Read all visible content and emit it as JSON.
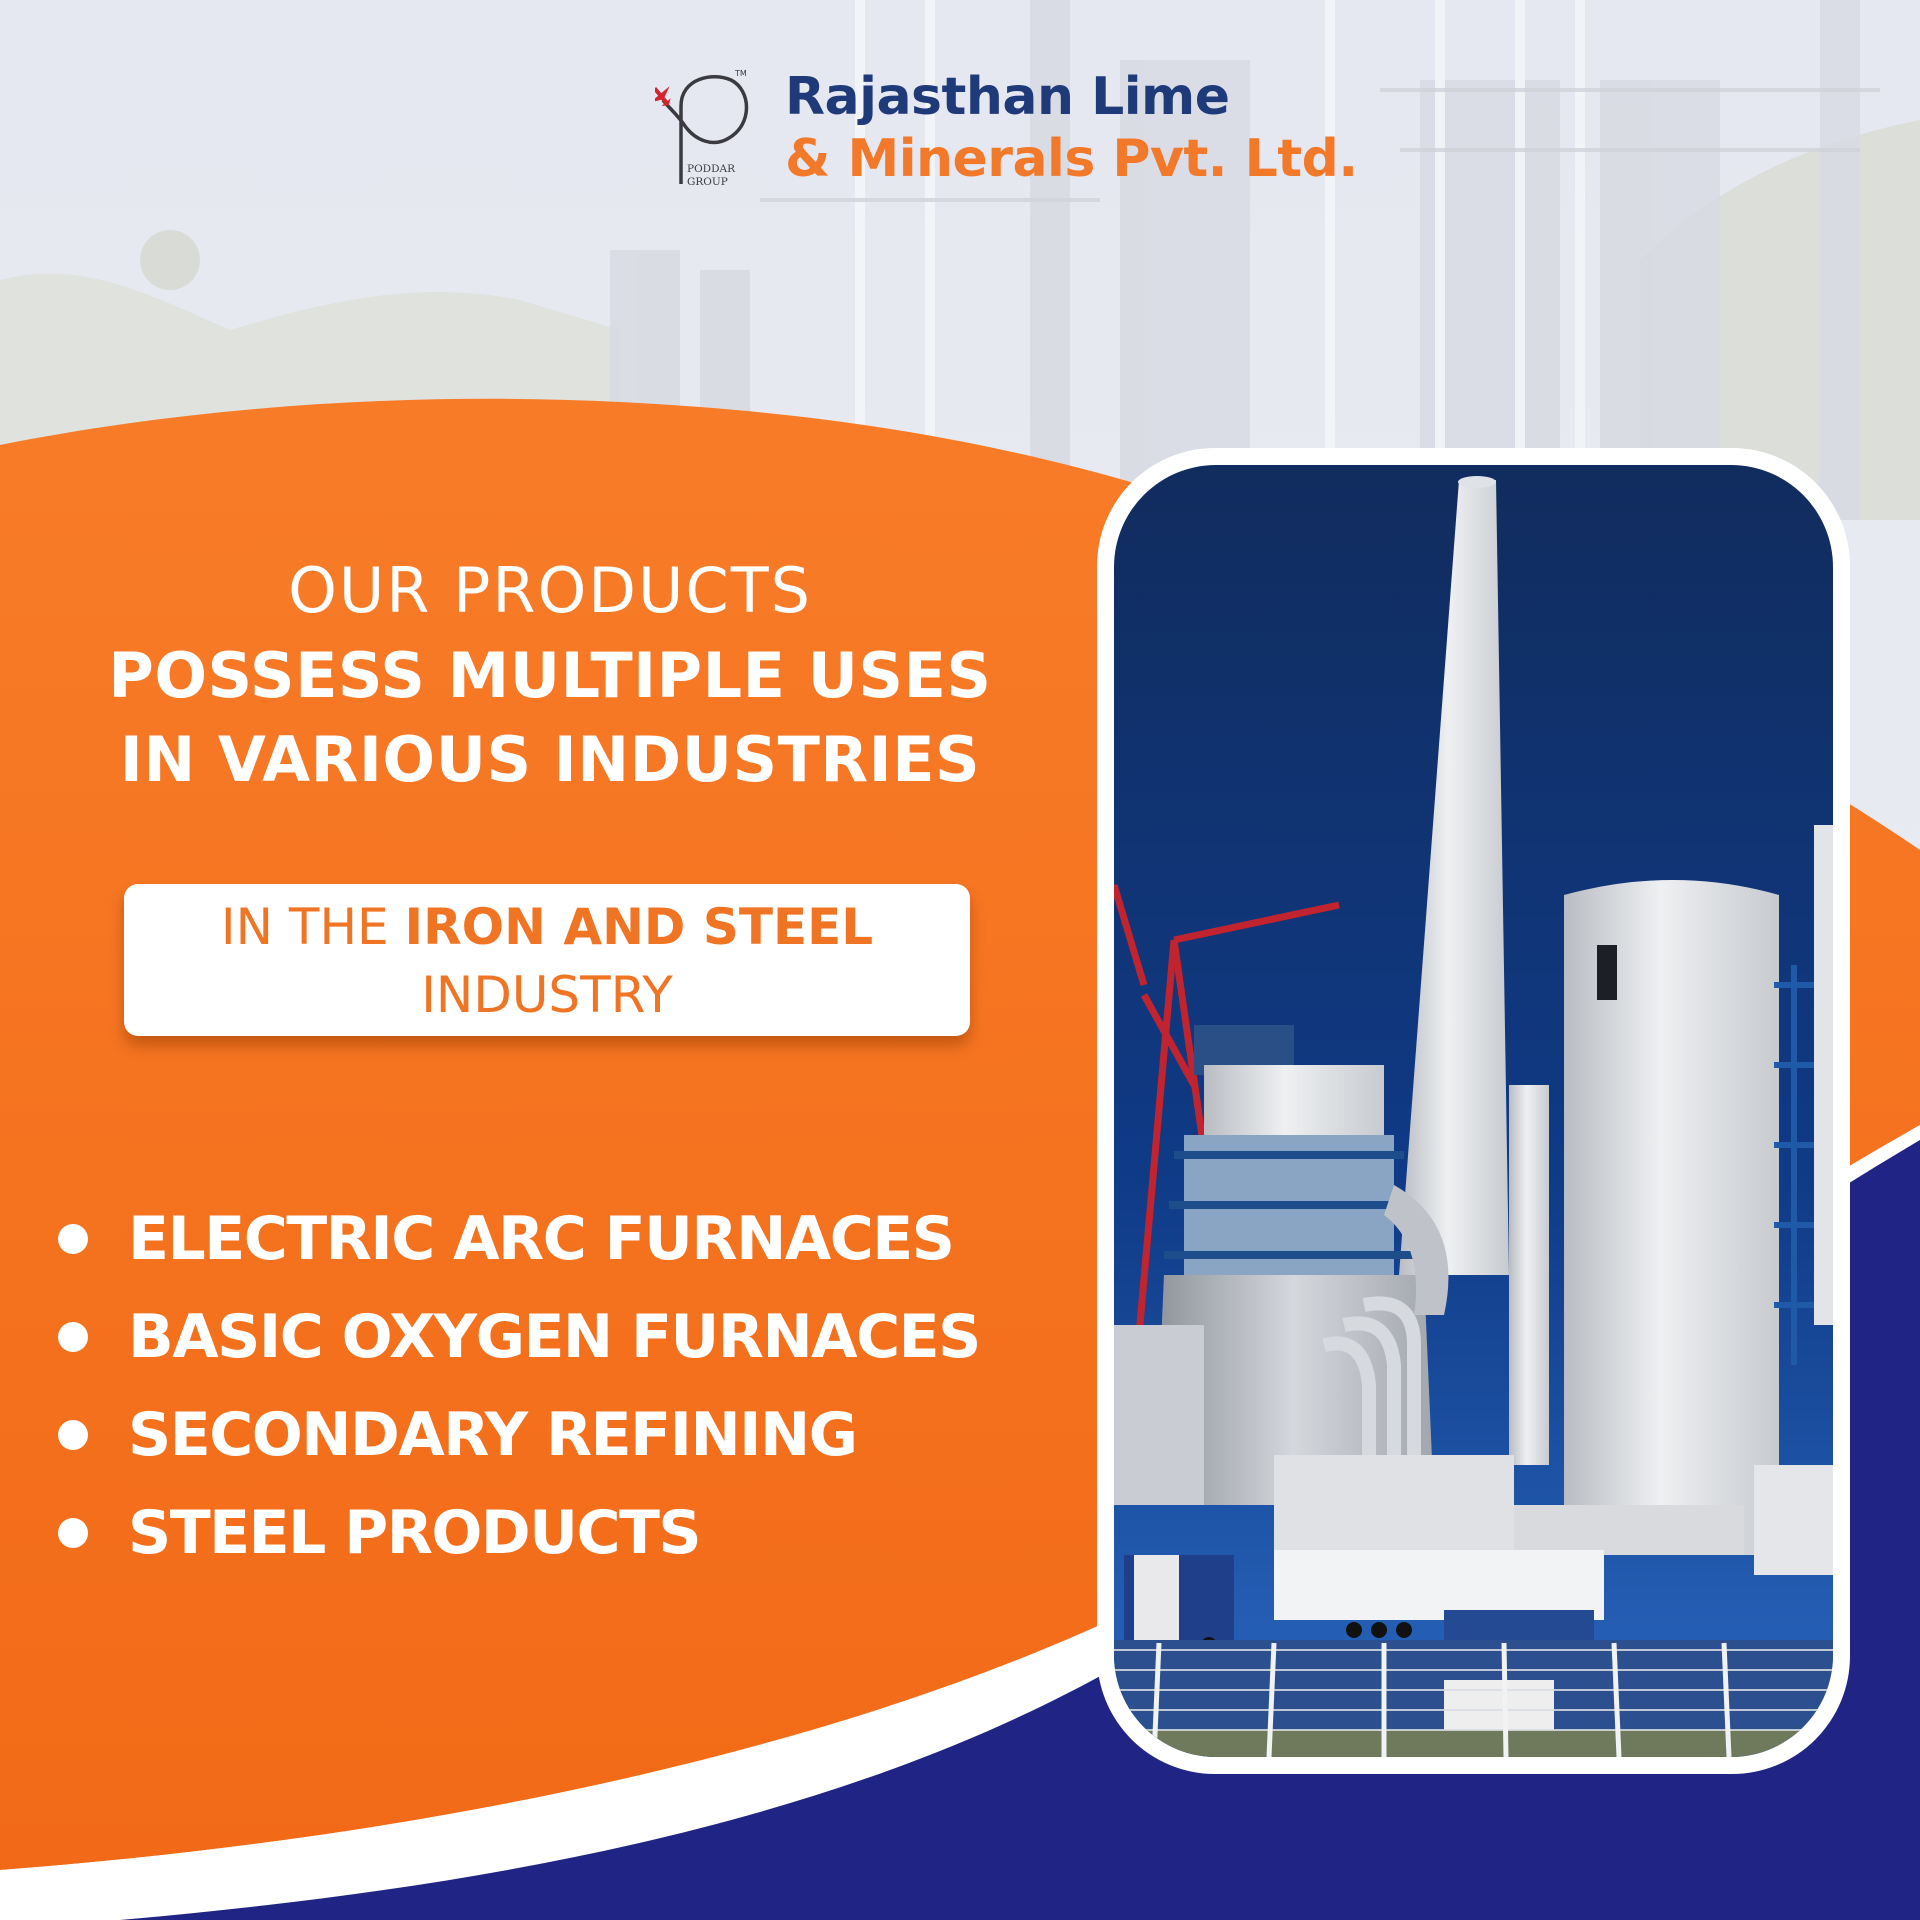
{
  "brand": {
    "company_line1": "Rajasthan Lime",
    "company_line2": "& Minerals Pvt. Ltd.",
    "group_line1": "PODDAR",
    "group_line2": "GROUP",
    "trademark": "TM",
    "logo_icon": "poddar-p-airplane-icon"
  },
  "headline": {
    "line1": "OUR PRODUCTS",
    "line2": "POSSESS MULTIPLE USES",
    "line3": "IN VARIOUS INDUSTRIES"
  },
  "industry": {
    "prefix": "IN THE ",
    "highlight": "IRON AND STEEL",
    "suffix": "INDUSTRY"
  },
  "uses": [
    {
      "label": "ELECTRIC ARC FURNACES"
    },
    {
      "label": "BASIC OXYGEN FURNACES"
    },
    {
      "label": "SECONDARY REFINING"
    },
    {
      "label": "STEEL PRODUCTS"
    }
  ],
  "photo": {
    "subject": "steel plant with tall white chimney, silos and cranes under blue sky"
  },
  "colors": {
    "orange": "#f47a26",
    "orange_dark": "#f06a18",
    "indigo": "#202485",
    "navy_title": "#1e3a78",
    "background": "#e7e9f1",
    "white": "#ffffff"
  }
}
